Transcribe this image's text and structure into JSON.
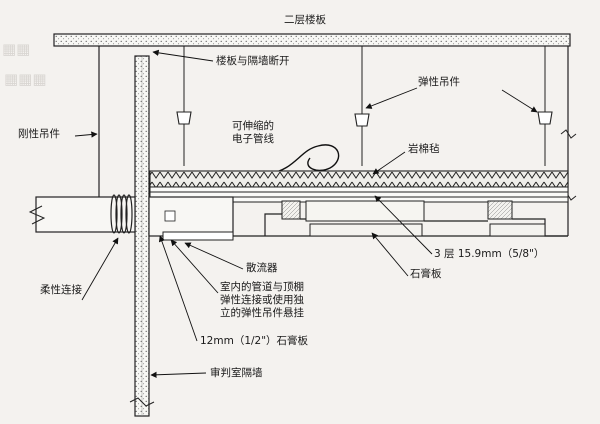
{
  "diagram": {
    "labels": {
      "second_floor_slab": "二层楼板",
      "slab_wall_break": "楼板与隔墙断开",
      "resilient_hanger": "弹性吊件",
      "rigid_hanger": "刚性吊件",
      "flexible_conduit": "可伸缩的\n电子管线",
      "rock_wool": "岩棉毡",
      "diffuser": "散流器",
      "flexible_connection": "柔性连接",
      "pipe_note": "室内的管道与顶棚\n弹性连接或使用独\n立的弹性吊件悬挂",
      "gypsum_3_layers": "3 层 15.9mm（5/8\"）",
      "gypsum_board": "石膏板",
      "gypsum_12mm": "12mm（1/2\"）石膏板",
      "jury_room_wall": "审判室隔墙"
    }
  }
}
